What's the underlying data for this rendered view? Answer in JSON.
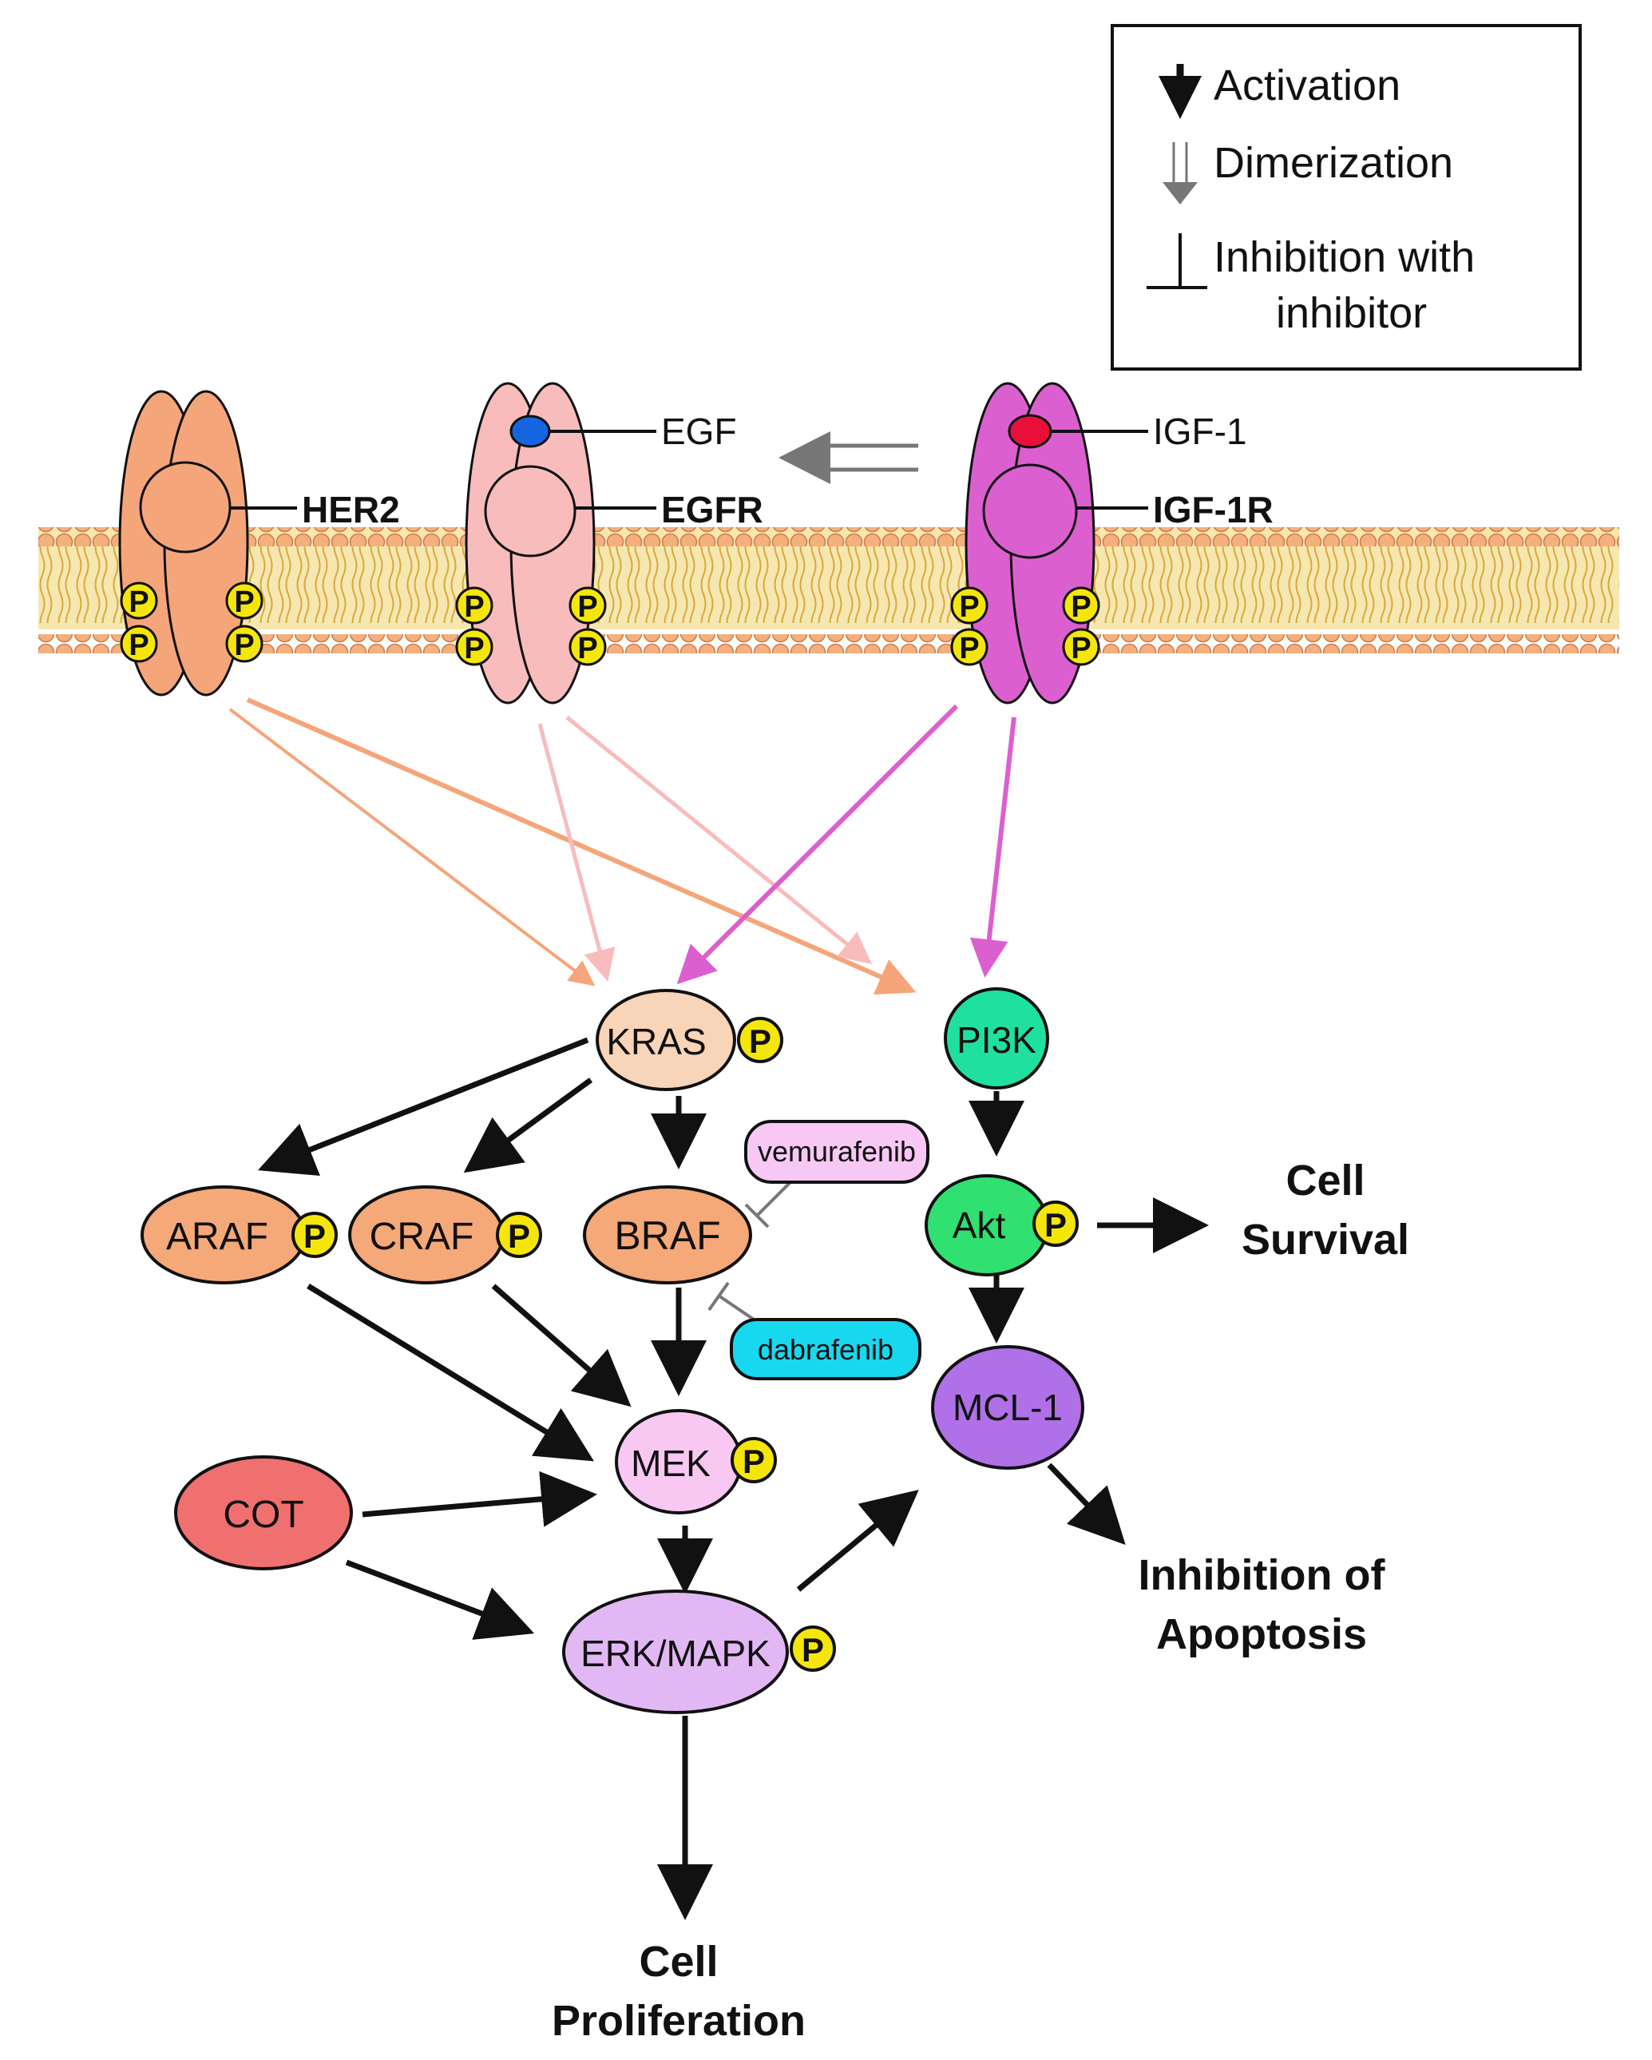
{
  "legend": {
    "activation": "Activation",
    "dimerization": "Dimerization",
    "inhibition_line1": "Inhibition with",
    "inhibition_line2": "inhibitor"
  },
  "receptors": {
    "her2": "HER2",
    "egfr": "EGFR",
    "egf": "EGF",
    "igf1r": "IGF-1R",
    "igf1": "IGF-1"
  },
  "phospho": "P",
  "nodes": {
    "kras": "KRAS",
    "pi3k": "PI3K",
    "araf": "ARAF",
    "craf": "CRAF",
    "braf": "BRAF",
    "akt": "Akt",
    "mek": "MEK",
    "cot": "COT",
    "erk": "ERK/MAPK",
    "mcl1": "MCL-1"
  },
  "inhibitors": {
    "vemurafenib": "vemurafenib",
    "dabrafenib": "dabrafenib"
  },
  "outcomes": {
    "survival_1": "Cell",
    "survival_2": "Survival",
    "apoptosis_1": "Inhibition of",
    "apoptosis_2": "Apoptosis",
    "prolif_1": "Cell",
    "prolif_2": "Proliferation"
  },
  "colors": {
    "her2": "#f5a57a",
    "egfr": "#f8bcbc",
    "igf1r": "#dc5fd0",
    "egf_ligand": "#1565e0",
    "igf1_ligand": "#e8103a",
    "phospho": "#f5e60a",
    "membrane_head": "#f3b07e",
    "membrane_tail": "#e0b040",
    "kras": "#f8d4b8",
    "pi3k": "#20e0a0",
    "raf": "#f5a878",
    "akt": "#30e070",
    "mek": "#f8c8f2",
    "cot": "#f07070",
    "erk": "#e2b8f4",
    "mcl1": "#b070e8",
    "vemurafenib": "#f8c8f4",
    "dabrafenib": "#18d8f0"
  }
}
